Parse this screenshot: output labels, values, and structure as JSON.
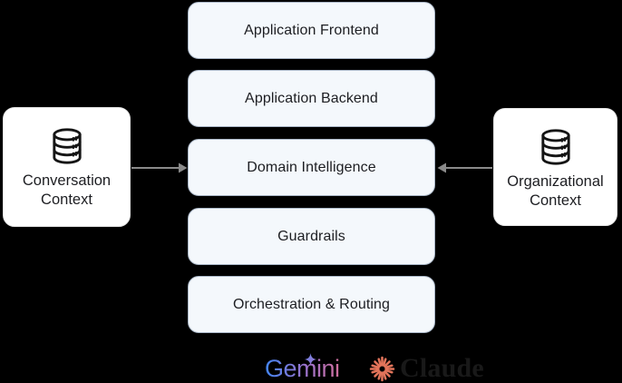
{
  "diagram": {
    "stack_boxes": [
      {
        "label": "Application Frontend"
      },
      {
        "label": "Application Backend"
      },
      {
        "label": "Domain Intelligence"
      },
      {
        "label": "Guardrails"
      },
      {
        "label": "Orchestration & Routing"
      }
    ],
    "side_boxes": {
      "left": {
        "line1": "Conversation",
        "line2": "Context",
        "icon": "database-icon"
      },
      "right": {
        "line1": "Organizational",
        "line2": "Context",
        "icon": "database-icon"
      }
    },
    "logos": {
      "gemini": {
        "label": "Gemini",
        "icon": "gemini-sparkle-icon"
      },
      "claude": {
        "label": "Claude",
        "icon": "claude-starburst-icon"
      }
    },
    "colors": {
      "background": "#000000",
      "stack_box_fill": "#f4f8fc",
      "stack_box_border": "#a9b6c6",
      "side_box_fill": "#ffffff",
      "arrow": "#8a8a8a",
      "text": "#1d1e22",
      "gemini_gradient_start": "#4285f4",
      "gemini_gradient_mid": "#9b72cb",
      "gemini_gradient_end": "#cf6d9c",
      "claude_starburst": "#e2745a",
      "claude_text": "#191919"
    }
  }
}
